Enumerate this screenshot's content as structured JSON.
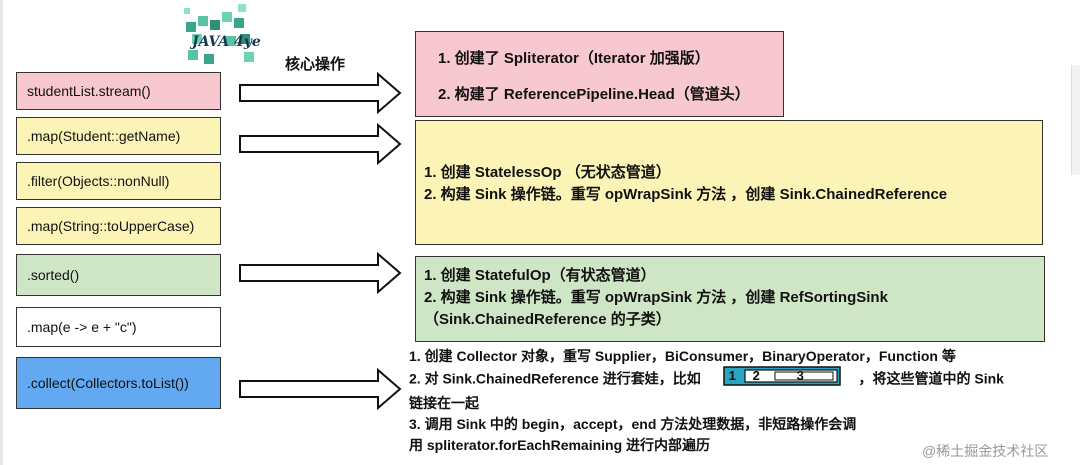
{
  "logo_text": "JAVA 4ye",
  "core_title": "核心操作",
  "left_items": [
    {
      "label": "studentList.stream()"
    },
    {
      "label": ".map(Student::getName)"
    },
    {
      "label": ".filter(Objects::nonNull)"
    },
    {
      "label": ".map(String::toUpperCase)"
    },
    {
      "label": ".sorted()"
    },
    {
      "label": ".map(e -> e + \"c\")"
    },
    {
      "label": ".collect(Collectors.toList())"
    }
  ],
  "boxes": {
    "head": {
      "lines": [
        "1. 创建了 Spliterator（Iterator 加强版）",
        "2. 构建了 ReferencePipeline.Head（管道头）"
      ]
    },
    "stateless": {
      "lines": [
        "1. 创建 StatelessOp （无状态管道）",
        "2. 构建 Sink 操作链。重写 opWrapSink 方法 ，创建 Sink.ChainedReference"
      ]
    },
    "stateful": {
      "lines": [
        "1. 创建 StatefulOp（有状态管道）",
        "2. 构建 Sink 操作链。重写 opWrapSink 方法 ，创建 RefSortingSink",
        "（Sink.ChainedReference 的子类）"
      ]
    }
  },
  "collect_steps": {
    "line1": "1. 创建 Collector 对象，重写 Supplier，BiConsumer，BinaryOperator，Function 等",
    "line2_before": "2. 对 Sink.ChainedReference 进行套娃，比如",
    "line2_after": "，将这些管道中的 Sink",
    "line3": "链接在一起",
    "line4": "3. 调用 Sink 中的 begin，accept，end 方法处理数据，非短路操作会调",
    "line5": "用 spliterator.forEachRemaining 进行内部遍历",
    "nested": [
      "1",
      "2",
      "3"
    ]
  },
  "watermark": "@稀土掘金技术社区",
  "colors": {
    "pink": "#f8c8d0",
    "yellow": "#fcf4b6",
    "green": "#cfe6c6",
    "blue": "#63a9f1",
    "nested_fill": "#2aa5c0"
  }
}
